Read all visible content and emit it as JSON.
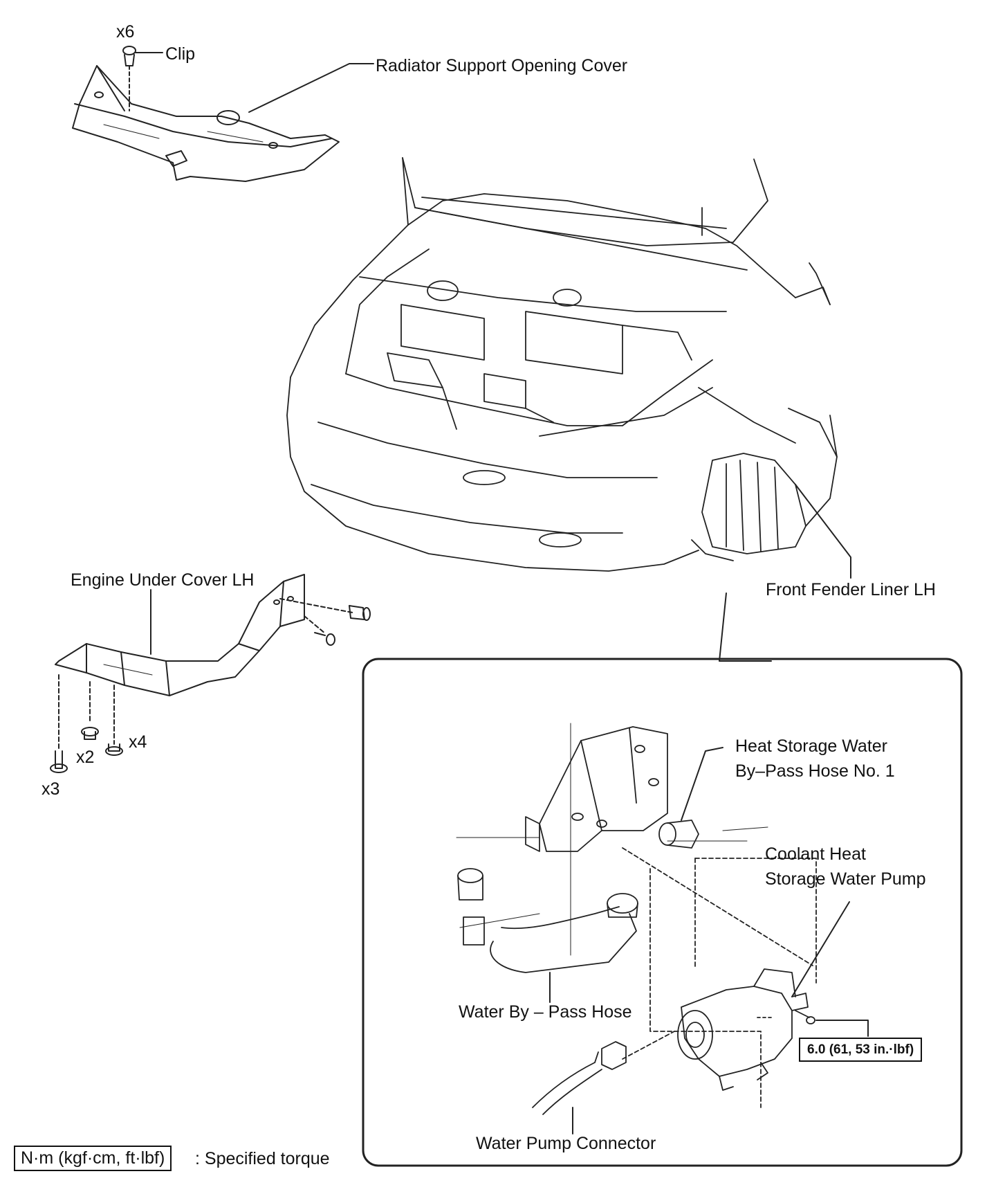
{
  "labels": {
    "x6": "x6",
    "clip": "Clip",
    "radiator_support_opening_cover": "Radiator Support Opening Cover",
    "engine_under_cover_lh": "Engine Under Cover LH",
    "x2": "x2",
    "x3": "x3",
    "x4": "x4",
    "front_fender_liner_lh": "Front Fender Liner LH",
    "heat_storage_hose_line1": "Heat Storage Water",
    "heat_storage_hose_line2": "By–Pass Hose No. 1",
    "coolant_pump_line1": "Coolant Heat",
    "coolant_pump_line2": "Storage Water Pump",
    "water_bypass_hose": "Water By – Pass Hose",
    "water_pump_connector": "Water Pump Connector"
  },
  "torque_value": "6.0 (61, 53 in.·lbf)",
  "legend": {
    "unit_box": "N·m (kgf·cm, ft·lbf)",
    "text": ": Specified torque"
  }
}
